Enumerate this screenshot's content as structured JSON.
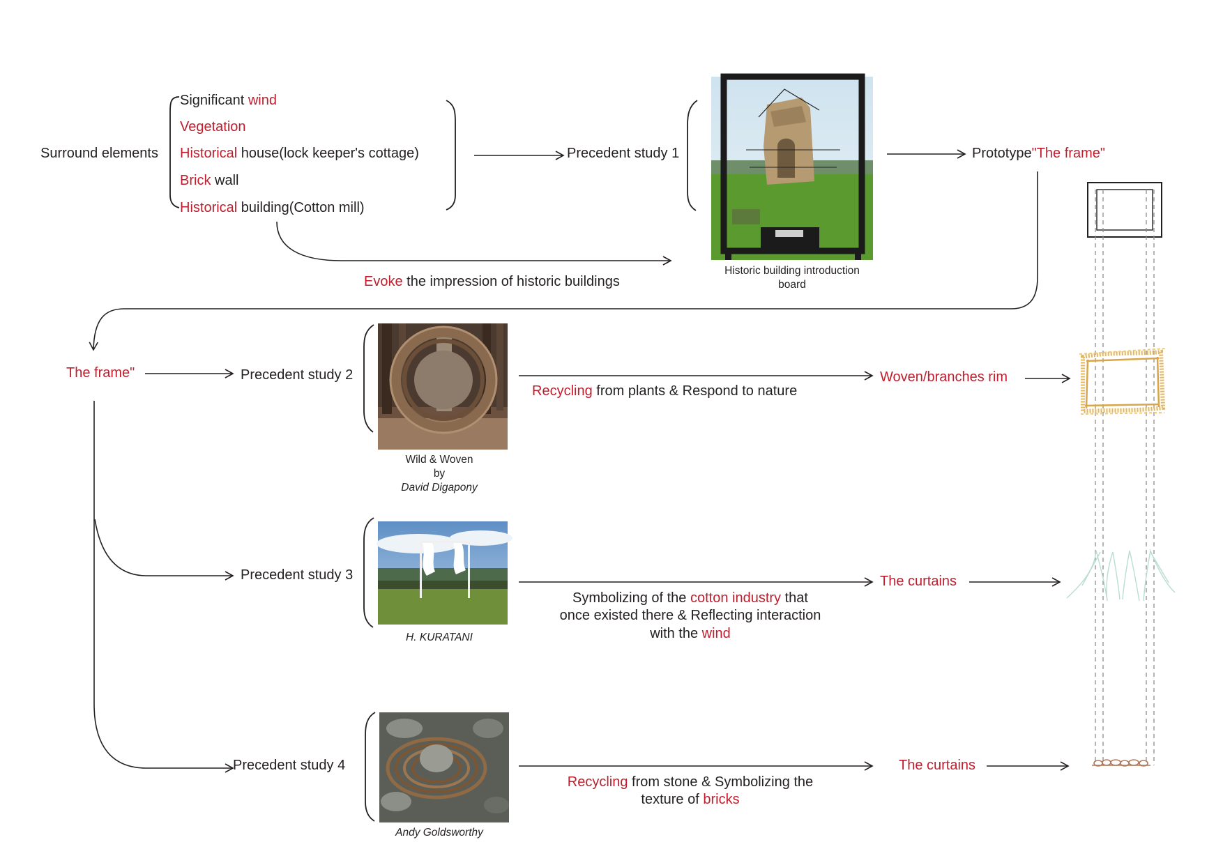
{
  "surround": {
    "label": "Surround elements",
    "items": [
      {
        "black": "Significant ",
        "red": "wind",
        "after": ""
      },
      {
        "black": "",
        "red": "Vegetation",
        "after": ""
      },
      {
        "black": "",
        "red": "Historical",
        "after": " house(lock keeper's cottage)"
      },
      {
        "black": "",
        "red": "Brick",
        "after": " wall"
      },
      {
        "black": "",
        "red": "Historical",
        "after": " building(Cotton mill)"
      }
    ]
  },
  "evoke": {
    "red": "Evoke",
    "black": " the impression of historic buildings"
  },
  "study1": {
    "label": "Precedent study 1",
    "caption": "Historic building introduction board"
  },
  "prototype": {
    "black": "Prototype",
    "red": "\"The frame\""
  },
  "frame_label": "The frame\"",
  "study2": {
    "label": "Precedent study 2",
    "caption1": "Wild & Woven",
    "caption2": "by",
    "caption3": "David Digapony",
    "desc_red": "Recycling",
    "desc_black": " from plants & Respond to nature",
    "result": "Woven/branches rim"
  },
  "study3": {
    "label": "Precedent study 3",
    "caption": "H. KURATANI",
    "desc_l1_a": "Symbolizing of the ",
    "desc_l1_red": "cotton industry",
    "desc_l1_b": " that",
    "desc_l2": "once existed there & Reflecting interaction",
    "desc_l3_a": "with the ",
    "desc_l3_red": "wind",
    "result": "The curtains"
  },
  "study4": {
    "label": "Precedent study 4",
    "caption": "Andy Goldsworthy",
    "desc_l1_red": "Recycling",
    "desc_l1_b": " from stone & Symbolizing the",
    "desc_l2_a": "texture of ",
    "desc_l2_red": "bricks",
    "result": "The curtains"
  },
  "colors": {
    "accent_red": "#be1e2d",
    "text": "#231f20",
    "grass": "#5a9a2e",
    "rim": "#e4b65c"
  }
}
